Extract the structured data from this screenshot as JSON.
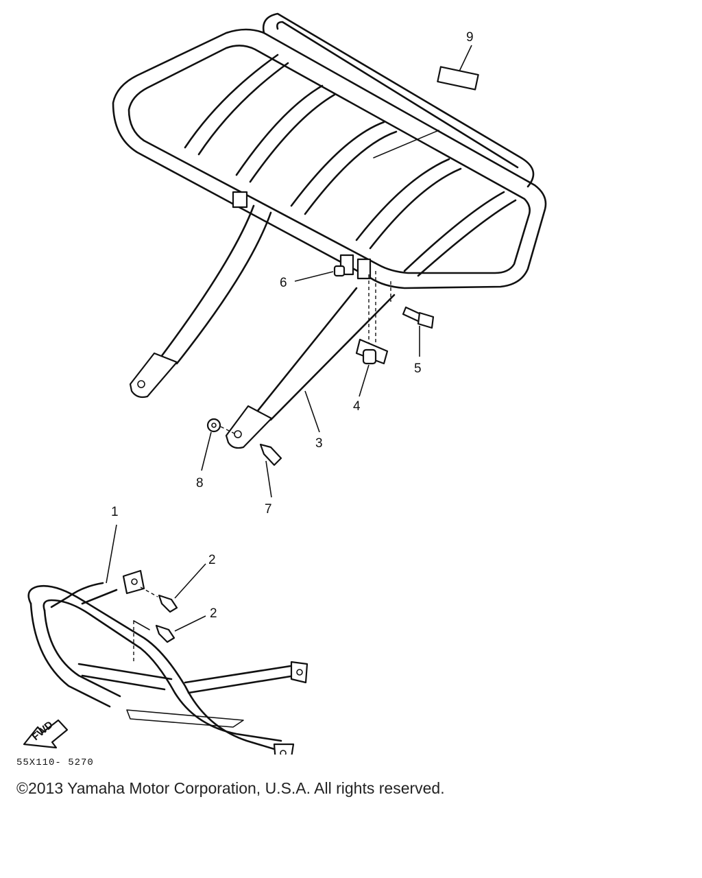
{
  "diagram": {
    "callouts": [
      {
        "id": "c1",
        "label": "1"
      },
      {
        "id": "c2a",
        "label": "2"
      },
      {
        "id": "c2b",
        "label": "2"
      },
      {
        "id": "c3",
        "label": "3"
      },
      {
        "id": "c4",
        "label": "4"
      },
      {
        "id": "c5",
        "label": "5"
      },
      {
        "id": "c6",
        "label": "6"
      },
      {
        "id": "c7",
        "label": "7"
      },
      {
        "id": "c8",
        "label": "8"
      },
      {
        "id": "c9",
        "label": "9"
      }
    ],
    "fwd_label": "FWD",
    "code": "55X110- 5270"
  },
  "footer": {
    "copyright": "©2013 Yamaha Motor Corporation, U.S.A. All rights reserved."
  }
}
